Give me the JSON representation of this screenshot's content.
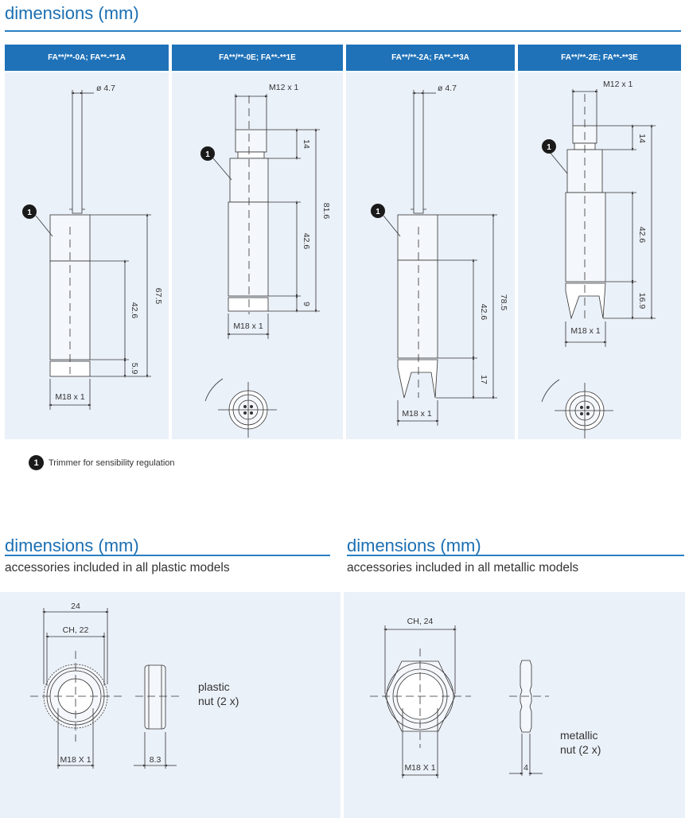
{
  "section_title": "dimensions (mm)",
  "columns": [
    {
      "header": "FA**/**-0A; FA**-**1A",
      "cable": "ø 4.7",
      "total": "67.5",
      "body": "42.6",
      "end": "5.9",
      "thread": "M18 x 1"
    },
    {
      "header": "FA**/**-0E; FA**-**1E",
      "conn": "M12 x 1",
      "top": "14",
      "total": "81.6",
      "body": "42.6",
      "end": "9",
      "thread": "M18 x 1"
    },
    {
      "header": "FA**/**-2A; FA**-**3A",
      "cable": "ø 4.7",
      "total": "78.5",
      "body": "42.6",
      "end": "17",
      "thread": "M18 x 1"
    },
    {
      "header": "FA**/**-2E; FA**-**3E",
      "conn": "M12 x 1",
      "top": "14",
      "body": "42.6",
      "end": "16.9",
      "thread": "M18 x 1"
    }
  ],
  "legend": {
    "badge": "1",
    "text": "Trimmer for sensibility regulation"
  },
  "accessories": {
    "plastic": {
      "title": "dimensions (mm)",
      "subtitle": "accessories included in all plastic models",
      "outer": "24",
      "ch": "CH, 22",
      "thread": "M18 X 1",
      "thickness": "8.3",
      "label_line1": "plastic",
      "label_line2": "nut (2 x)"
    },
    "metallic": {
      "title": "dimensions (mm)",
      "subtitle": "accessories included in all metallic models",
      "ch": "CH, 24",
      "thread": "M18 X 1",
      "thickness": "4",
      "label_line1": "metallic",
      "label_line2": "nut (2 x)"
    }
  }
}
